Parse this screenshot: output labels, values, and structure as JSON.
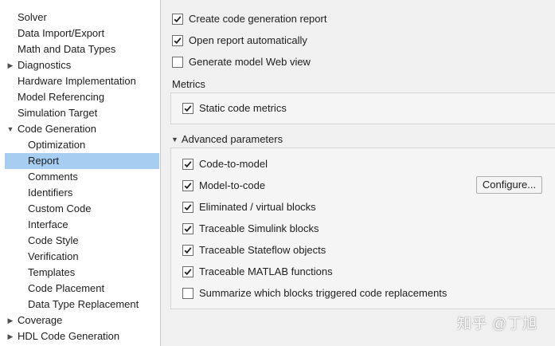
{
  "tree": {
    "items": [
      {
        "label": "Solver",
        "level": 0,
        "arrow": "",
        "selected": false
      },
      {
        "label": "Data Import/Export",
        "level": 0,
        "arrow": "",
        "selected": false
      },
      {
        "label": "Math and Data Types",
        "level": 0,
        "arrow": "",
        "selected": false
      },
      {
        "label": "Diagnostics",
        "level": 0,
        "arrow": "collapsed",
        "selected": false
      },
      {
        "label": "Hardware Implementation",
        "level": 0,
        "arrow": "",
        "selected": false
      },
      {
        "label": "Model Referencing",
        "level": 0,
        "arrow": "",
        "selected": false
      },
      {
        "label": "Simulation Target",
        "level": 0,
        "arrow": "",
        "selected": false
      },
      {
        "label": "Code Generation",
        "level": 0,
        "arrow": "expanded",
        "selected": false
      },
      {
        "label": "Optimization",
        "level": 1,
        "arrow": "",
        "selected": false
      },
      {
        "label": "Report",
        "level": 1,
        "arrow": "",
        "selected": true
      },
      {
        "label": "Comments",
        "level": 1,
        "arrow": "",
        "selected": false
      },
      {
        "label": "Identifiers",
        "level": 1,
        "arrow": "",
        "selected": false
      },
      {
        "label": "Custom Code",
        "level": 1,
        "arrow": "",
        "selected": false
      },
      {
        "label": "Interface",
        "level": 1,
        "arrow": "",
        "selected": false
      },
      {
        "label": "Code Style",
        "level": 1,
        "arrow": "",
        "selected": false
      },
      {
        "label": "Verification",
        "level": 1,
        "arrow": "",
        "selected": false
      },
      {
        "label": "Templates",
        "level": 1,
        "arrow": "",
        "selected": false
      },
      {
        "label": "Code Placement",
        "level": 1,
        "arrow": "",
        "selected": false
      },
      {
        "label": "Data Type Replacement",
        "level": 1,
        "arrow": "",
        "selected": false
      },
      {
        "label": "Coverage",
        "level": 0,
        "arrow": "collapsed",
        "selected": false
      },
      {
        "label": "HDL Code Generation",
        "level": 0,
        "arrow": "collapsed",
        "selected": false
      }
    ]
  },
  "report": {
    "create_report": {
      "label": "Create code generation report",
      "checked": true
    },
    "open_auto": {
      "label": "Open report automatically",
      "checked": true
    },
    "web_view": {
      "label": "Generate model Web view",
      "checked": false
    }
  },
  "metrics": {
    "title": "Metrics",
    "static_metrics": {
      "label": "Static code metrics",
      "checked": true
    }
  },
  "advanced": {
    "title": "Advanced parameters",
    "code_to_model": {
      "label": "Code-to-model",
      "checked": true
    },
    "model_to_code": {
      "label": "Model-to-code",
      "checked": true
    },
    "configure_button": "Configure...",
    "eliminated": {
      "label": "Eliminated / virtual blocks",
      "checked": true
    },
    "simulink": {
      "label": "Traceable Simulink blocks",
      "checked": true
    },
    "stateflow": {
      "label": "Traceable Stateflow objects",
      "checked": true
    },
    "matlab": {
      "label": "Traceable MATLAB functions",
      "checked": true
    },
    "summarize": {
      "label": "Summarize which blocks triggered code replacements",
      "checked": false
    }
  },
  "watermark": "知乎 @丁旭",
  "colors": {
    "selection": "#a7cdf0",
    "panel": "#f0f0f0"
  }
}
